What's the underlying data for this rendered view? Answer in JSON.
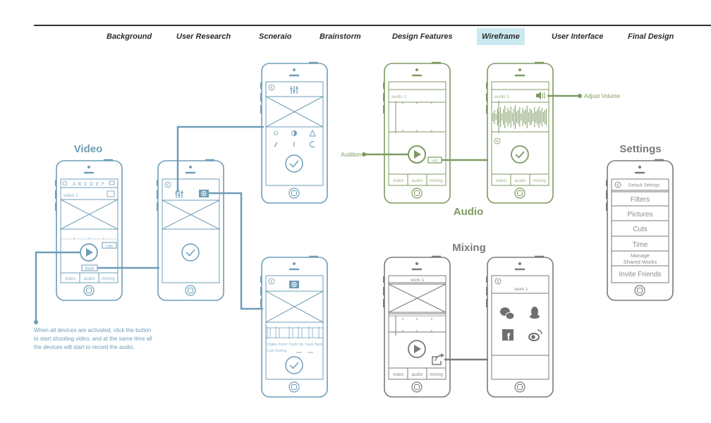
{
  "nav": {
    "items": [
      {
        "label": "Background"
      },
      {
        "label": "User Research"
      },
      {
        "label": "Scneraio"
      },
      {
        "label": "Brainstorm"
      },
      {
        "label": "Design Features"
      },
      {
        "label": "Wireframe",
        "active": true
      },
      {
        "label": "User Interface"
      },
      {
        "label": "Final Design"
      }
    ]
  },
  "colors": {
    "video": "#6e9db8",
    "audio": "#7e9a62",
    "mixing": "#7a7a7a",
    "nav_active": "#cbe9f1"
  },
  "sections": {
    "video": "Video",
    "audio": "Audio",
    "mixing": "Mixing",
    "settings": "Settings"
  },
  "tabs": {
    "video": "video",
    "audio": "audio",
    "mixing": "mixing"
  },
  "video_phone1": {
    "alphabet": "A B C D E F",
    "title": "video 1",
    "cuts": "cuts",
    "finish": "finish"
  },
  "edit_phone2": {
    "labels": [
      "Digital Zoom",
      "Track Up",
      "Track Back",
      "Cuts Sorting"
    ]
  },
  "audio_phone1": {
    "title": "audio 1",
    "edit": "edit"
  },
  "audio_phone2": {
    "title": "audio 1"
  },
  "annotations": {
    "audition": "Audition",
    "adjust_volume": "Adjust Volume",
    "note": [
      "When all devices are activated, click the button",
      "to start shooting video, and at the same time all",
      "the devices will start to record the audio."
    ]
  },
  "mixing_phone1": {
    "title": "work 1"
  },
  "mixing_phone2": {
    "title": "work 1"
  },
  "settings_phone": {
    "header": "Default Settings",
    "items": [
      "Filters",
      "Pictures",
      "Cuts",
      "Time",
      "Manage",
      "Shared Works",
      "Invite Friends"
    ]
  }
}
